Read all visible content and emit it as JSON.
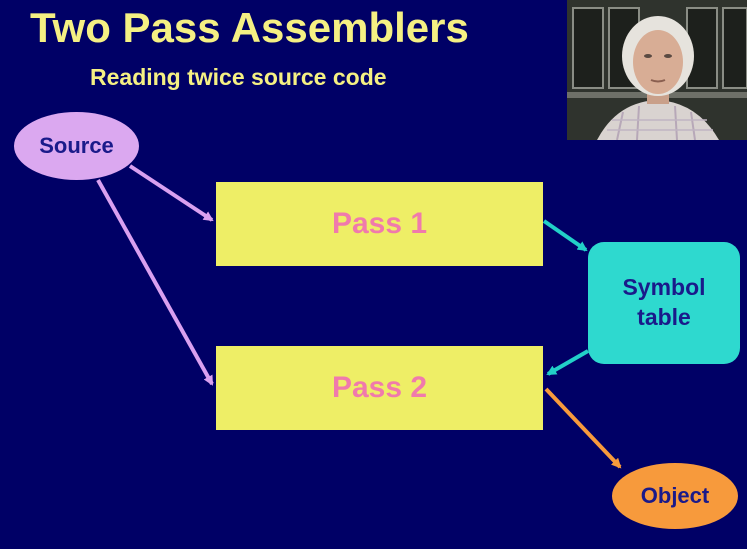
{
  "slide": {
    "title": "Two Pass Assemblers",
    "subtitle": "Reading twice source code"
  },
  "diagram": {
    "nodes": {
      "source": "Source",
      "pass1": "Pass 1",
      "pass2": "Pass 2",
      "symbol_table_line1": "Symbol",
      "symbol_table_line2": "table",
      "object": "Object"
    },
    "edges": [
      {
        "from": "Source",
        "to": "Pass 1",
        "color": "#d9a0f0"
      },
      {
        "from": "Source",
        "to": "Pass 2",
        "color": "#d9a0f0"
      },
      {
        "from": "Pass 1",
        "to": "Symbol table",
        "color": "#22d0c8"
      },
      {
        "from": "Symbol table",
        "to": "Pass 2",
        "color": "#22d0c8"
      },
      {
        "from": "Pass 2",
        "to": "Object",
        "color": "#f79a3c"
      }
    ]
  },
  "colors": {
    "background": "#000066",
    "title": "#f5f083",
    "pass_box": "#eeee66",
    "pass_text": "#f07aac",
    "source_fill": "#dba8f0",
    "symbol_table_fill": "#2ed9cf",
    "object_fill": "#f79a3c",
    "node_text": "#1a1a8a"
  }
}
